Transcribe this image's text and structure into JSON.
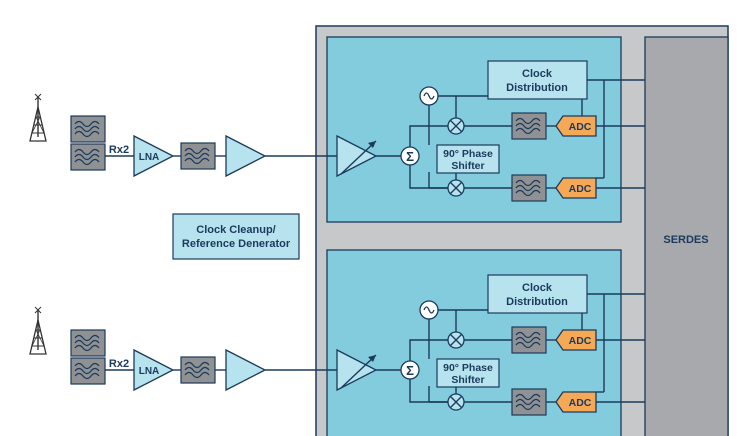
{
  "labels": {
    "rx_gain": "Rx2",
    "lna": "LNA",
    "adc": "ADC",
    "clock_distribution": [
      "Clock",
      "Distribution"
    ],
    "phase_shifter": [
      "90° Phase",
      "Shifter"
    ],
    "clock_cleanup": [
      "Clock Cleanup/",
      "Reference Denerator"
    ],
    "serdes": "SERDES",
    "sum_symbol": "Σ"
  },
  "colors": {
    "panel_fill": "#82ccdd",
    "block_fill": "#b7e3ee",
    "outer_fill": "#c7c8ca",
    "serdes_fill": "#a7a9ac",
    "filter_fill": "#8f9193",
    "adc_fill": "#f5a855",
    "line": "#1b3a5c",
    "antenna": "#333333"
  },
  "icons": [
    "antenna-icon",
    "filter-icon",
    "amplifier-icon",
    "variable-gain-amplifier-icon",
    "oscillator-icon",
    "mixer-icon",
    "summer-icon"
  ]
}
